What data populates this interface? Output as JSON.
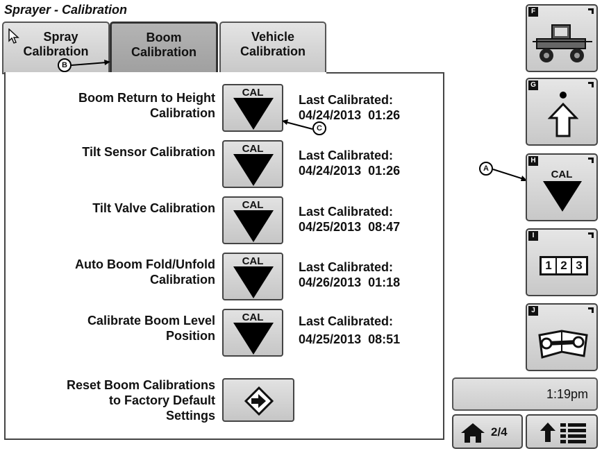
{
  "title": "Sprayer - Calibration",
  "tabs": [
    {
      "line1": "Spray",
      "line2": "Calibration",
      "active": false
    },
    {
      "line1": "Boom",
      "line2": "Calibration",
      "active": true
    },
    {
      "line1": "Vehicle",
      "line2": "Calibration",
      "active": false
    }
  ],
  "cal_label": "CAL",
  "last_calibrated_label": "Last Calibrated:",
  "rows": [
    {
      "label1": "Boom Return to Height",
      "label2": "Calibration",
      "date": "04/24/2013  01:26"
    },
    {
      "label1": "Tilt Sensor Calibration",
      "label2": "",
      "date": "04/24/2013  01:26"
    },
    {
      "label1": "Tilt Valve Calibration",
      "label2": "",
      "date": "04/25/2013  08:47"
    },
    {
      "label1": "Auto Boom Fold/Unfold",
      "label2": "Calibration",
      "date": "04/26/2013  01:18"
    },
    {
      "label1": "Calibrate Boom Level",
      "label2": "Position",
      "date": "04/25/2013  08:51"
    }
  ],
  "reset": {
    "line1": "Reset Boom Calibrations",
    "line2": "to Factory Default",
    "line3": "Settings"
  },
  "callouts": {
    "a": "A",
    "b": "B",
    "c": "C"
  },
  "side_buttons": [
    {
      "letter": "F",
      "icon": "sprayer-vehicle-icon"
    },
    {
      "letter": "G",
      "icon": "up-arrow-icon"
    },
    {
      "letter": "H",
      "icon": "cal-down-icon",
      "text": "CAL"
    },
    {
      "letter": "I",
      "icon": "numeric-keypad-icon",
      "digits": [
        "1",
        "2",
        "3"
      ]
    },
    {
      "letter": "J",
      "icon": "manual-wrench-icon"
    }
  ],
  "clock": "1:19pm",
  "page_indicator": "2/4",
  "colors": {
    "button_face": "#d6d6d6",
    "active_tab": "#a8a8a8",
    "ink": "#111111"
  }
}
